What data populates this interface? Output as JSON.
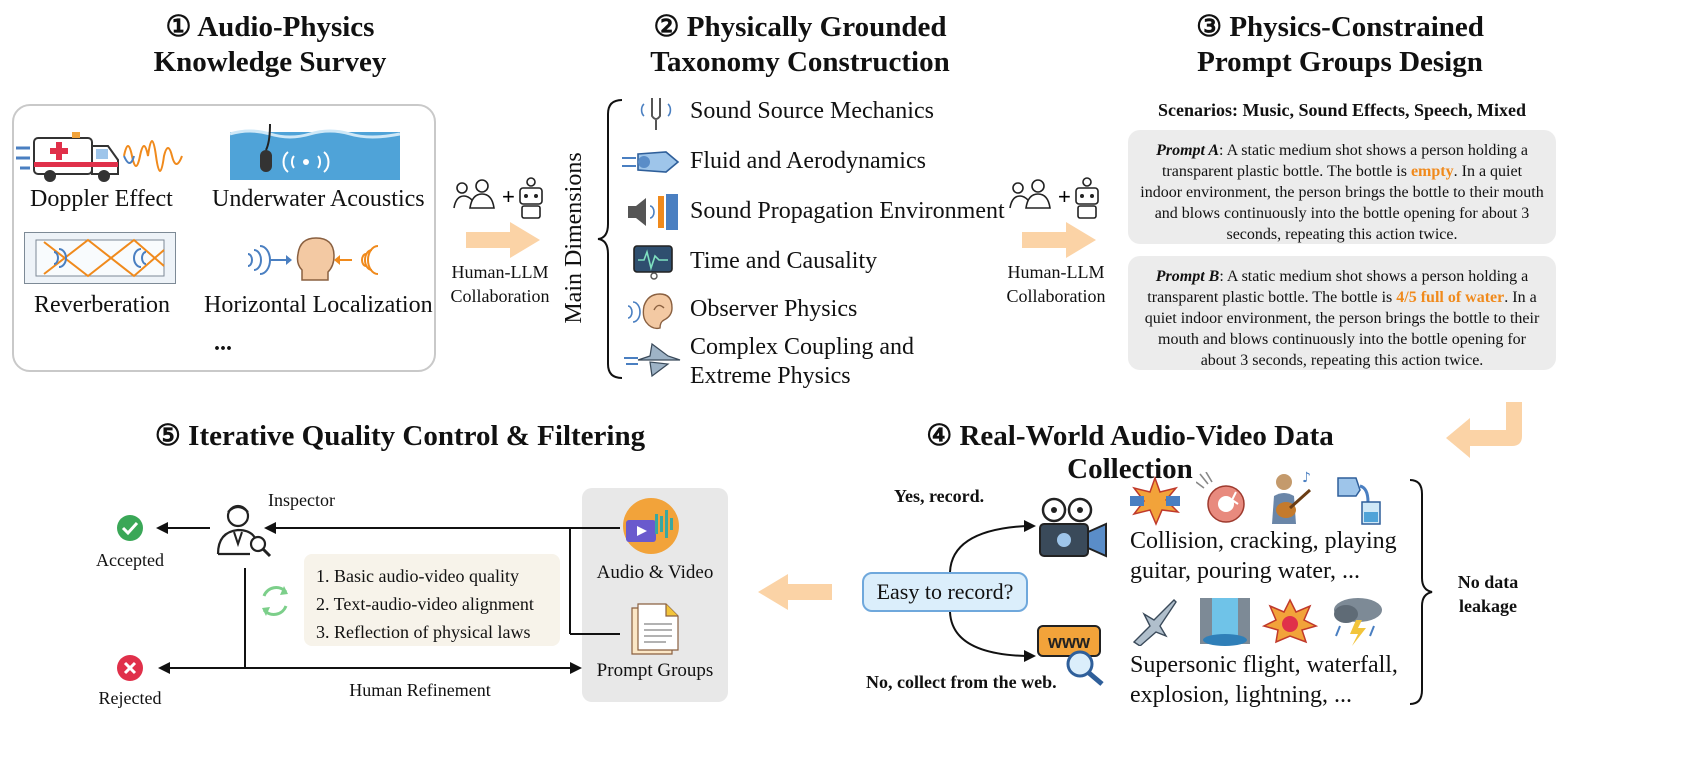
{
  "step1": {
    "title_line1": "① Audio-Physics",
    "title_line2": "Knowledge Survey",
    "items": [
      "Doppler Effect",
      "Underwater Acoustics",
      "Reverberation",
      "Horizontal Localization"
    ],
    "ellipsis": "..."
  },
  "collab1": {
    "label_line1": "Human-LLM",
    "label_line2": "Collaboration"
  },
  "step2": {
    "title_line1": "② Physically Grounded",
    "title_line2": "Taxonomy Construction",
    "axis_label": "Main Dimensions",
    "dimensions": [
      "Sound Source Mechanics",
      "Fluid and Aerodynamics",
      "Sound Propagation Environment",
      "Time and Causality",
      "Observer Physics",
      "Complex Coupling and",
      "Extreme Physics"
    ]
  },
  "collab2": {
    "label_line1": "Human-LLM",
    "label_line2": "Collaboration"
  },
  "step3": {
    "title_line1": "③ Physics-Constrained",
    "title_line2": "Prompt Groups Design",
    "scenarios": "Scenarios: Music, Sound Effects, Speech, Mixed",
    "prompt_a": {
      "name": "Prompt A",
      "before": ": A static medium shot shows a person holding a transparent plastic bottle. The bottle is ",
      "highlight": "empty",
      "after": ". In a quiet indoor environment, the person brings the bottle to their mouth and blows continuously into the bottle opening for about 3 seconds, repeating this action twice."
    },
    "prompt_b": {
      "name": "Prompt B",
      "before": ": A static medium shot shows a person holding a transparent plastic bottle. The bottle is ",
      "highlight": "4/5 full of water",
      "after": ". In a quiet indoor environment, the person brings the bottle to their mouth and blows continuously into the bottle opening for about 3 seconds, repeating this action twice."
    }
  },
  "step4": {
    "title": "④ Real-World Audio-Video Data Collection",
    "yes_label": "Yes, record.",
    "no_label": "No, collect from the web.",
    "decision": "Easy to record?",
    "group1_line1": "Collision, cracking, playing",
    "group1_line2": "guitar, pouring water, ...",
    "group2_line1": "Supersonic flight, waterfall,",
    "group2_line2": "explosion, lightning, ...",
    "leak_line1": "No data",
    "leak_line2": "leakage",
    "www": "www"
  },
  "step5": {
    "title": "⑤ Iterative Quality Control & Filtering",
    "inspector": "Inspector",
    "accepted": "Accepted",
    "rejected": "Rejected",
    "checks": [
      "1. Basic audio-video quality",
      "2. Text-audio-video alignment",
      "3. Reflection of physical laws"
    ],
    "audio_video": "Audio & Video",
    "prompt_groups": "Prompt Groups",
    "human_refinement": "Human Refinement"
  },
  "colors": {
    "arrow": "#fbd3a6",
    "highlight": "#f08a1c",
    "accept": "#3aa757",
    "reject": "#e0304a"
  }
}
